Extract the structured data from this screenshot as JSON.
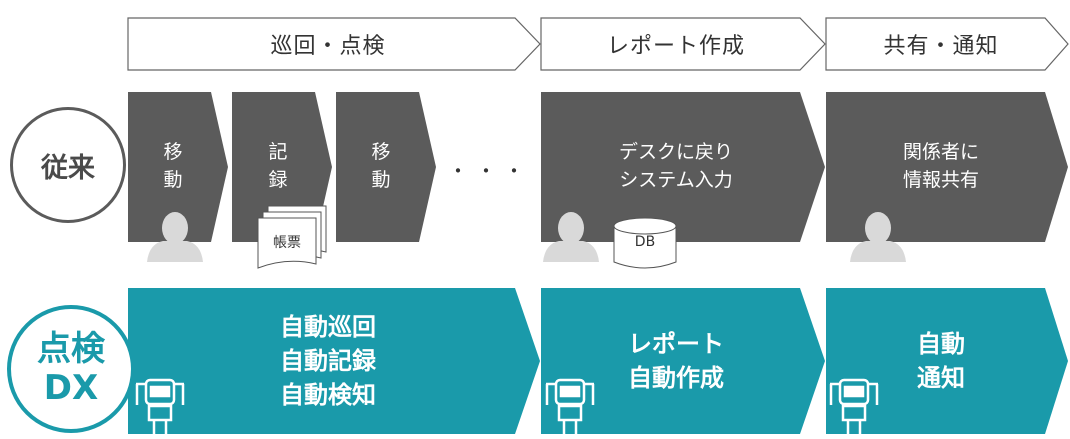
{
  "header": {
    "stage1": "巡回・点検",
    "stage2": "レポート作成",
    "stage3": "共有・通知"
  },
  "conventional": {
    "label": "従来",
    "step_move1": "移動",
    "step_record": "記録",
    "step_move2": "移動",
    "dots": "・・・",
    "step_report": "デスクに戻り\nシステム入力",
    "step_share": "関係者に\n情報共有",
    "doc_label": "帳票",
    "db_label": "DB"
  },
  "dx": {
    "label_line1": "点検",
    "label_line2": "DX",
    "step1": "自動巡回\n自動記録\n自動検知",
    "step2": "レポート\n自動作成",
    "step3": "自動\n通知"
  },
  "colors": {
    "gray": "#5b5b5b",
    "teal": "#1a9aaa",
    "person": "#d4d4d4"
  }
}
